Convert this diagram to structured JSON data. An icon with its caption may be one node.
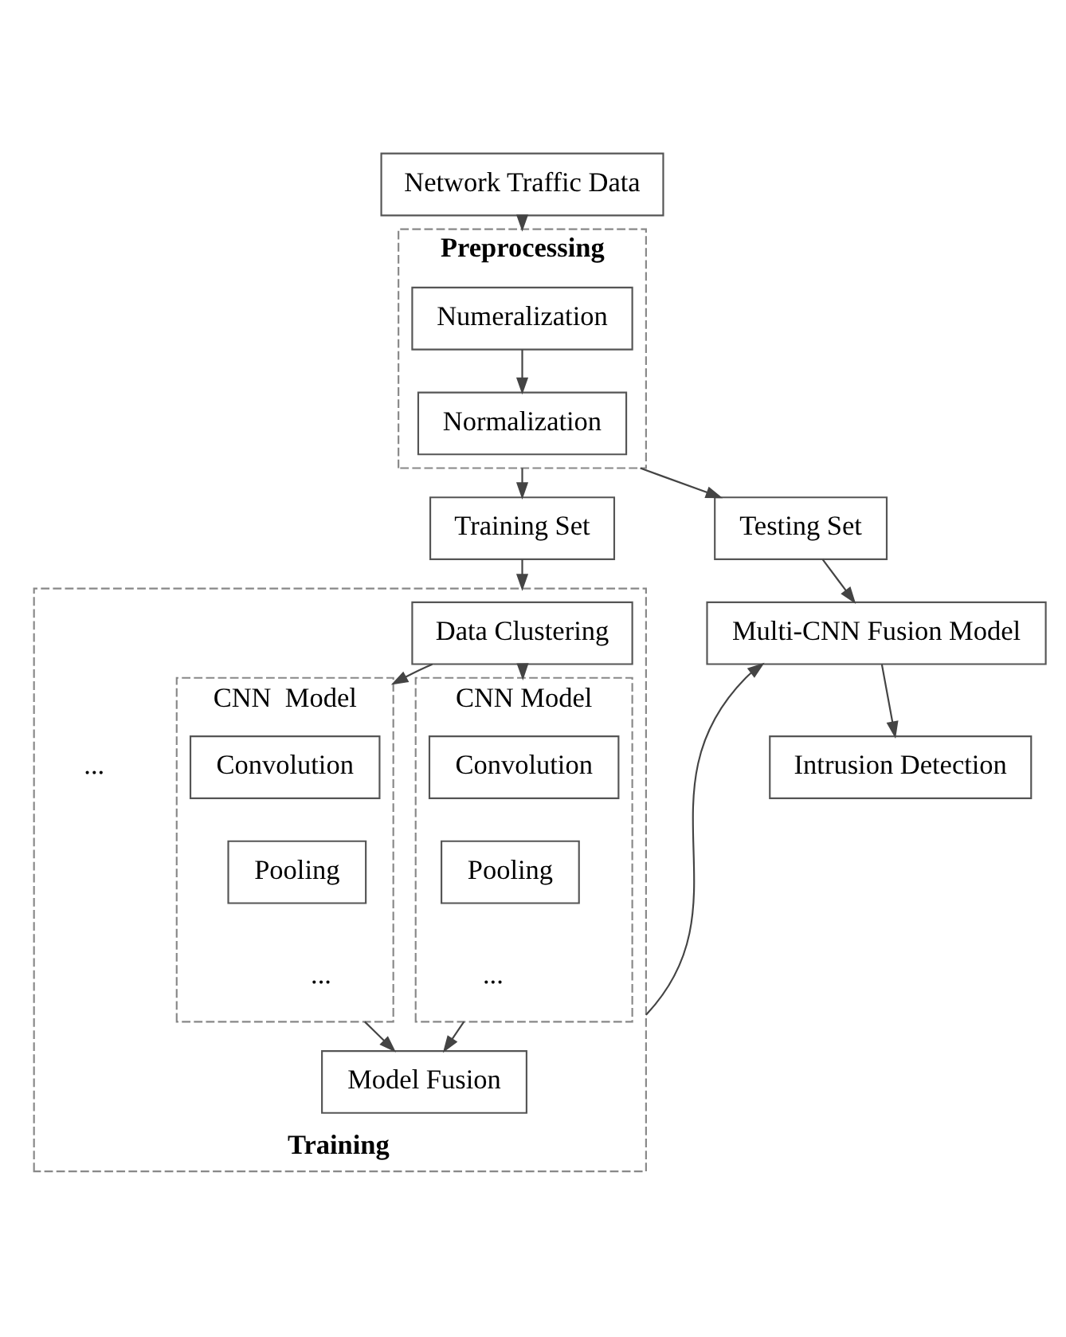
{
  "diagram": {
    "nodes": [
      {
        "text": [
          "Network Traffic Data"
        ]
      },
      {
        "text": [
          "Preprocessing"
        ]
      },
      {
        "text": [
          "Numeralization"
        ],
        "in": 1
      },
      {
        "text": [
          "Normalization"
        ],
        "in": 1
      },
      {
        "text": [
          "Training Set"
        ]
      },
      {
        "text": [
          "Testing Set"
        ]
      },
      {
        "text": [
          "Training"
        ]
      },
      {
        "text": [
          "Data Clustering"
        ],
        "in": 6
      },
      {
        "text": [
          "CNN  Model",
          "..."
        ],
        "in": 6
      },
      {
        "text": [
          "Convolution"
        ],
        "in": 8
      },
      {
        "text": [
          "Pooling"
        ],
        "in": 8
      },
      {
        "text": [
          "CNN Model",
          "..."
        ],
        "in": 6
      },
      {
        "text": [
          "Convolution"
        ],
        "in": 11
      },
      {
        "text": [
          "Pooling"
        ],
        "in": 11
      },
      {
        "text": [
          "Model Fusion"
        ],
        "in": 6
      },
      {
        "text": [
          "Multi-CNN Fusion Model"
        ]
      },
      {
        "text": [
          "Intrusion Detection"
        ]
      }
    ],
    "edges": [
      {
        "from": 0,
        "to": 1,
        "arrow": "to"
      },
      {
        "from": 2,
        "to": 3,
        "arrow": "to"
      },
      {
        "from": 1,
        "to": 4,
        "arrow": "to"
      },
      {
        "from": 1,
        "to": 5,
        "arrow": "to"
      },
      {
        "from": 4,
        "to": 6,
        "arrow": "to"
      },
      {
        "from": 7,
        "to": 8,
        "arrow": "to"
      },
      {
        "from": 7,
        "to": 11,
        "arrow": "to"
      },
      {
        "from": 8,
        "to": 14,
        "arrow": "to"
      },
      {
        "from": 11,
        "to": 14,
        "arrow": "to"
      },
      {
        "from": 6,
        "to": 15,
        "arrow": "to"
      },
      {
        "from": 5,
        "to": 15,
        "arrow": "to"
      },
      {
        "from": 15,
        "to": 16,
        "arrow": "to"
      }
    ],
    "labels": [
      "..."
    ]
  }
}
